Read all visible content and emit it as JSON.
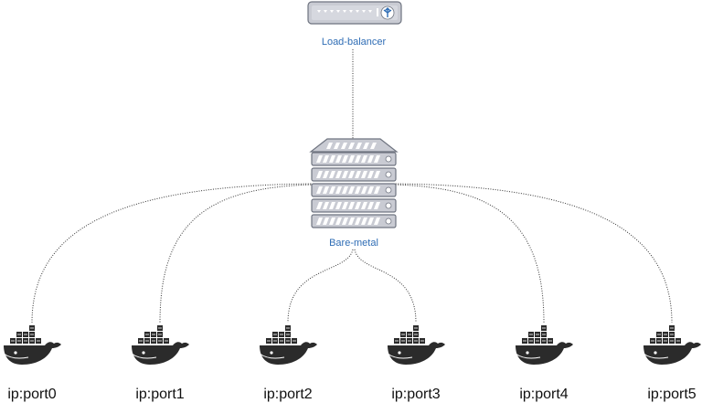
{
  "nodes": {
    "load_balancer": {
      "label": "Load-balancer",
      "icon": "load-balancer-icon"
    },
    "bare_metal": {
      "label": "Bare-metal",
      "icon": "server-rack-icon"
    }
  },
  "containers": [
    {
      "label": "ip:port0",
      "icon": "docker-whale-icon"
    },
    {
      "label": "ip:port1",
      "icon": "docker-whale-icon"
    },
    {
      "label": "ip:port2",
      "icon": "docker-whale-icon"
    },
    {
      "label": "ip:port3",
      "icon": "docker-whale-icon"
    },
    {
      "label": "ip:port4",
      "icon": "docker-whale-icon"
    },
    {
      "label": "ip:port5",
      "icon": "docker-whale-icon"
    }
  ],
  "colors": {
    "label_blue": "#2f6db5",
    "device_body": "#c9cbd3",
    "device_stroke": "#7a7f8c",
    "whale": "#2b2b2b"
  }
}
